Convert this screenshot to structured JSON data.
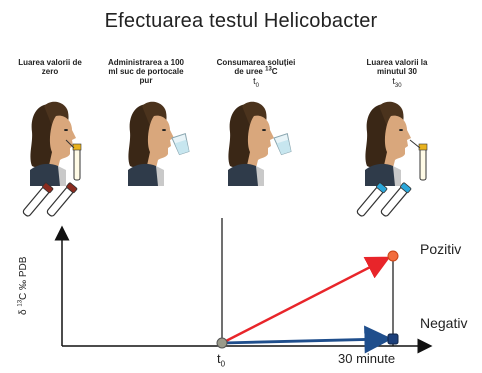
{
  "title": "Efectuarea testul Helicobacter",
  "steps": [
    {
      "line1": "Luarea valorii de",
      "line2": "zero",
      "time": ""
    },
    {
      "line1": "Administrarea a 100",
      "line2": "ml suc de portocale",
      "line3": "pur",
      "time": ""
    },
    {
      "line1": "Consumarea soluției",
      "line2_pre": "de uree ",
      "line2_sup": "13",
      "line2_post": "C",
      "time_main": "t",
      "time_sub": "0"
    },
    {
      "line1": "Luarea valorii la",
      "line2": "minutul 30",
      "time_main": "t",
      "time_sub": "30"
    }
  ],
  "chart": {
    "ylabel_pre": "δ ",
    "ylabel_sup": "13",
    "ylabel_post": "C ‰ PDB",
    "x_axis_label": "30 minute",
    "t0_main": "t",
    "t0_sub": "0",
    "outcomes": {
      "positive": "Pozitiv",
      "negative": "Negativ"
    }
  },
  "colors": {
    "positive_arrow": "#e8252a",
    "negative_arrow": "#1f4e8c",
    "positive_dot": "#f26d3d",
    "negative_dot": "#1c3f7a",
    "tube_cap_brown": "#8a2b1f",
    "tube_cap_blue": "#2aa6d9"
  }
}
